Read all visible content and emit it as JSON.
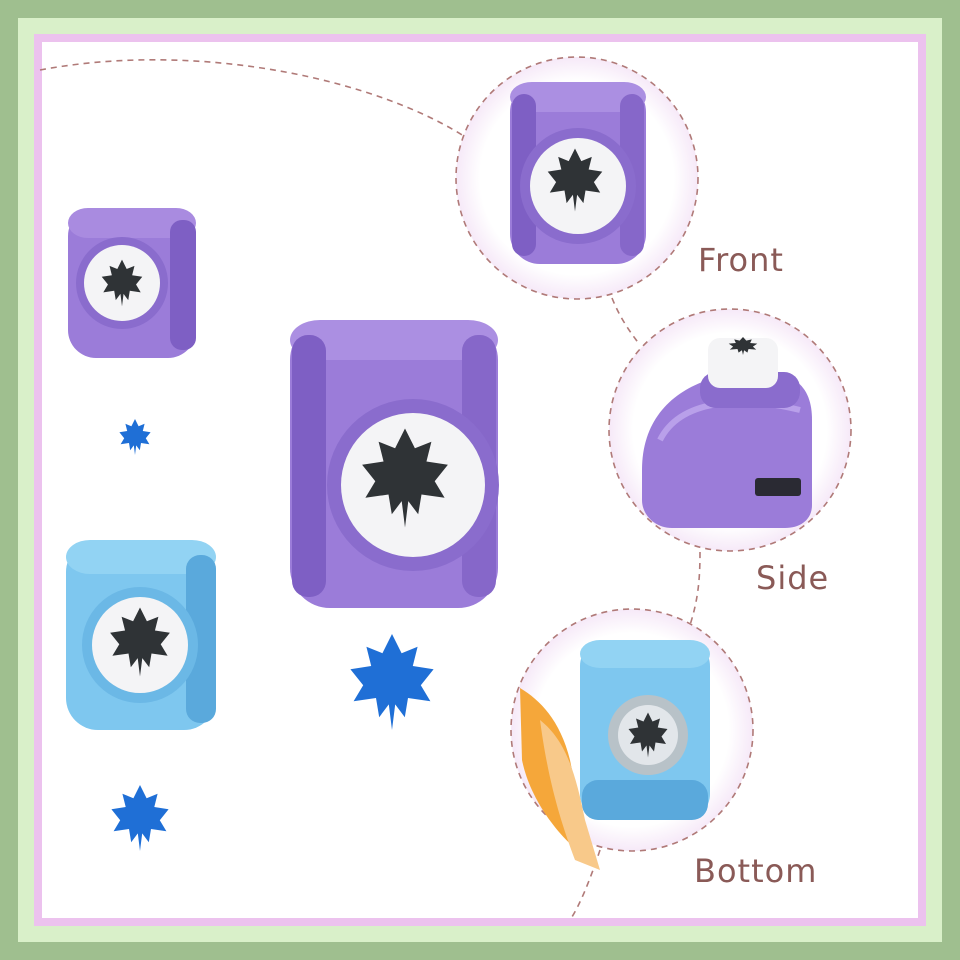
{
  "labels": {
    "front": "Front",
    "side": "Side",
    "bottom": "Bottom"
  },
  "colors": {
    "frame_outer": "#9fbf8f",
    "frame_inner": "#d9f0c9",
    "frame_glow": "#e9b8ea",
    "purple_body": "#9b7cd9",
    "purple_dark": "#7e5fc4",
    "blue_body": "#7ec7ef",
    "blue_dark": "#5aa9dc",
    "button": "#f4f4f6",
    "leaf_cut": "#2f3336",
    "leaf_blue": "#1f6fd6",
    "dashed_line": "#b07a78",
    "label_text": "#8a5a57",
    "paper_orange": "#f5a73a"
  },
  "icons": [
    "maple-leaf-icon"
  ]
}
